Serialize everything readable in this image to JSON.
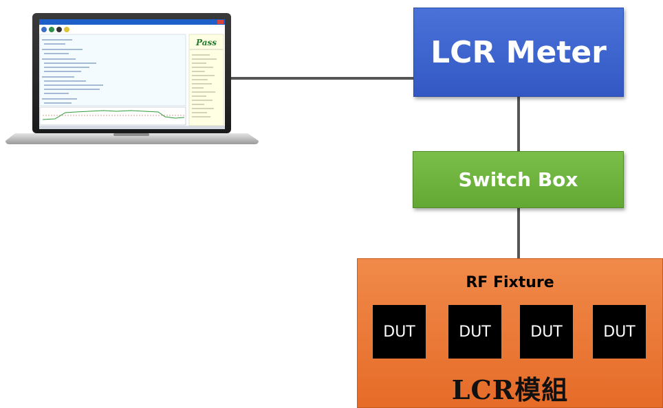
{
  "colors": {
    "lcr_meter": "#3f66cf",
    "switch_box": "#6eb43e",
    "rf_fixture": "#ea7a36",
    "dut": "#000000",
    "wire": "#555555"
  },
  "laptop": {
    "pass_label": "Pass"
  },
  "lcr_meter": {
    "label": "LCR Meter"
  },
  "switch_box": {
    "label": "Switch Box"
  },
  "rf_fixture": {
    "title": "RF Fixture",
    "duts": [
      "DUT",
      "DUT",
      "DUT",
      "DUT"
    ],
    "module_label": "LCR模組"
  }
}
